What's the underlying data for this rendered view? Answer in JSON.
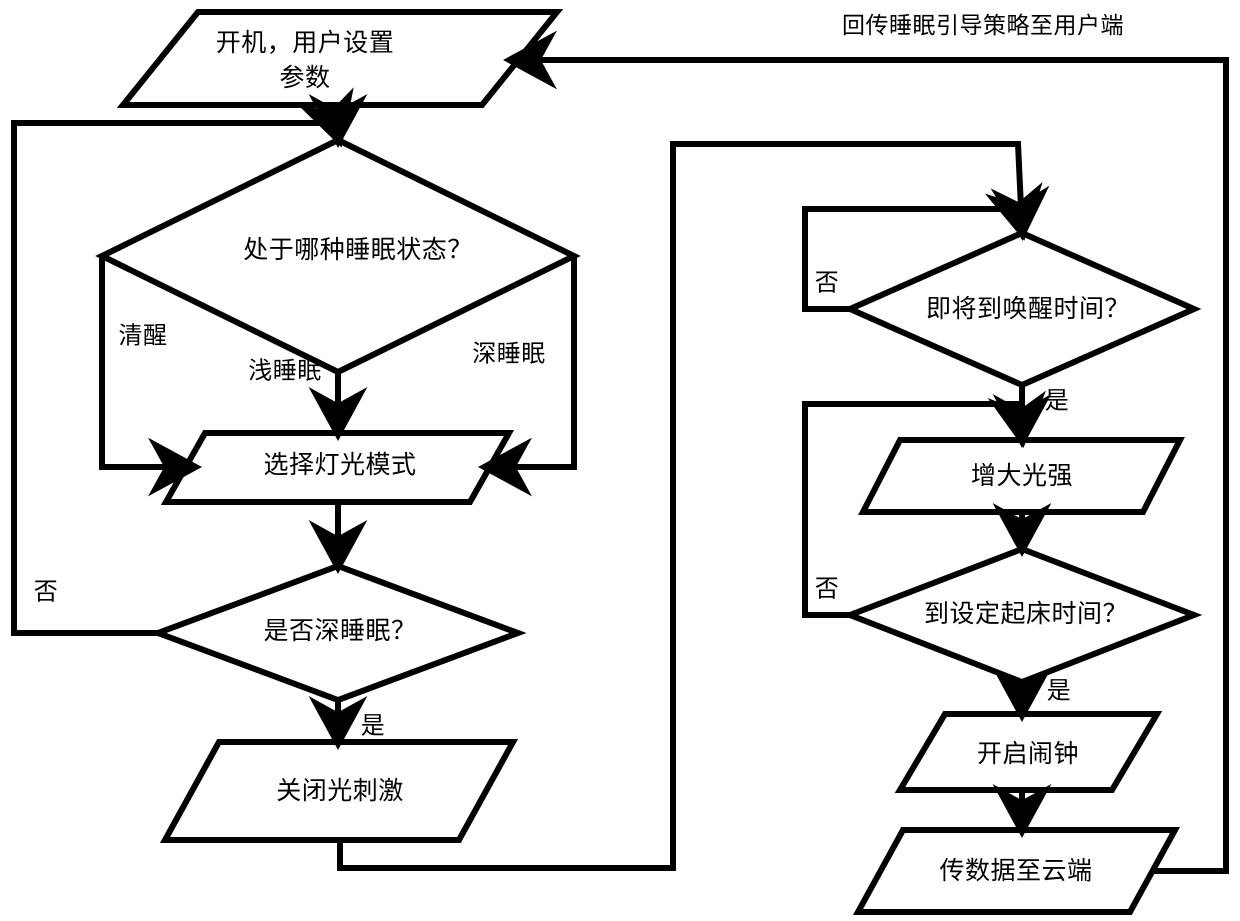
{
  "diagram": {
    "title_banner": "回传睡眠引导策略至用户端",
    "type": "flowchart",
    "orientation": "two-column",
    "stroke_color": "#000000",
    "fill_color": "#ffffff",
    "background_color": "#ffffff"
  },
  "nodes": [
    {
      "id": "start",
      "shape": "parallelogram",
      "text_line1": "开机，用户设置",
      "text_line2": "参数"
    },
    {
      "id": "sleep_state",
      "shape": "diamond",
      "text": "处于哪种睡眠状态？"
    },
    {
      "id": "light_mode",
      "shape": "parallelogram",
      "text": "选择灯光模式"
    },
    {
      "id": "is_deep",
      "shape": "diamond",
      "text": "是否深睡眠？"
    },
    {
      "id": "light_off",
      "shape": "parallelogram",
      "text": "关闭光刺激"
    },
    {
      "id": "near_wake",
      "shape": "diamond",
      "text": "即将到唤醒时间？"
    },
    {
      "id": "increase_lux",
      "shape": "parallelogram",
      "text": "增大光强"
    },
    {
      "id": "wake_time",
      "shape": "diamond",
      "text": "到设定起床时间？"
    },
    {
      "id": "alarm_on",
      "shape": "parallelogram",
      "text": "开启闹钟"
    },
    {
      "id": "upload_cloud",
      "shape": "parallelogram",
      "text": "传数据至云端"
    }
  ],
  "edge_labels": [
    {
      "id": "awake",
      "text": "清醒",
      "from": "sleep_state",
      "to": "light_mode"
    },
    {
      "id": "light_sleep",
      "text": "浅睡眠",
      "from": "sleep_state",
      "to": "light_mode"
    },
    {
      "id": "deep_sleep",
      "text": "深睡眠",
      "from": "sleep_state",
      "to": "light_mode"
    },
    {
      "id": "deep_no",
      "text": "否",
      "from": "is_deep",
      "to": "sleep_state"
    },
    {
      "id": "deep_yes",
      "text": "是",
      "from": "is_deep",
      "to": "light_off"
    },
    {
      "id": "wake_no",
      "text": "否",
      "from": "near_wake",
      "to": "near_wake"
    },
    {
      "id": "wake_yes",
      "text": "是",
      "from": "near_wake",
      "to": "increase_lux"
    },
    {
      "id": "rise_no",
      "text": "否",
      "from": "wake_time",
      "to": "increase_lux"
    },
    {
      "id": "rise_yes",
      "text": "是",
      "from": "wake_time",
      "to": "alarm_on"
    }
  ]
}
